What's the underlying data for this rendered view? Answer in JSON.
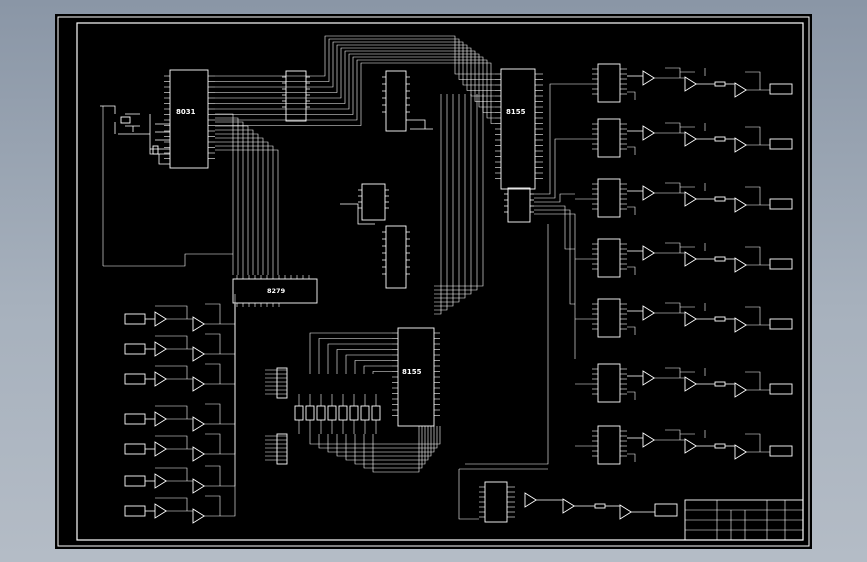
{
  "chips": {
    "cpu": "8031",
    "io_top": "8155",
    "io_bottom": "8155",
    "kbd": "8279"
  },
  "colors": {
    "background": "#000000",
    "line": "#ffffff",
    "window": "#9aa5b3"
  },
  "icons": {
    "op_amp": "triangle-amplifier-icon",
    "resistor": "resistor-icon",
    "display": "seven-segment-display-icon"
  }
}
